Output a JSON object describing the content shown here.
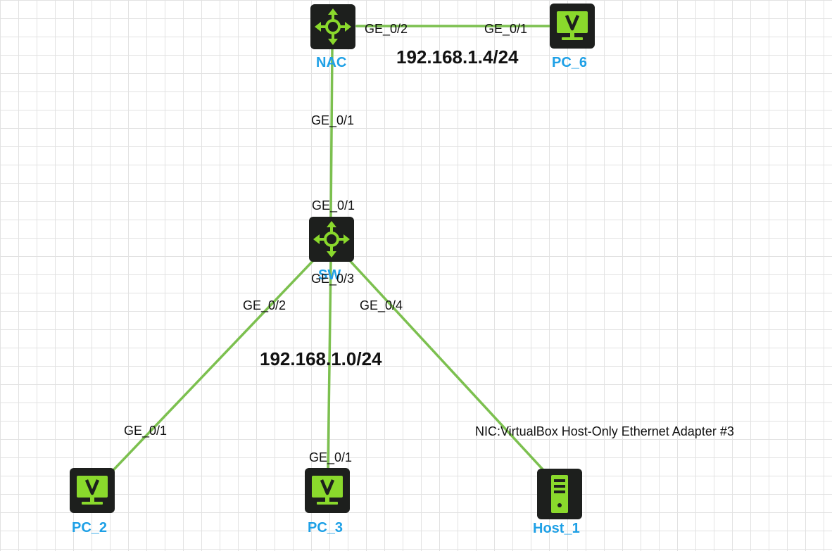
{
  "devices": {
    "nac": {
      "name": "NAC",
      "type": "router",
      "icon": "router-icon"
    },
    "pc6": {
      "name": "PC_6",
      "type": "pc",
      "icon": "monitor-icon"
    },
    "sw": {
      "name": "SW",
      "type": "switch",
      "icon": "switch-icon"
    },
    "pc2": {
      "name": "PC_2",
      "type": "pc",
      "icon": "monitor-icon"
    },
    "pc3": {
      "name": "PC_3",
      "type": "pc",
      "icon": "monitor-icon"
    },
    "host1": {
      "name": "Host_1",
      "type": "host",
      "icon": "server-icon"
    }
  },
  "links": {
    "nac_pc6": {
      "a": "NAC",
      "a_port": "GE_0/2",
      "b": "PC_6",
      "b_port": "GE_0/1"
    },
    "nac_sw": {
      "a": "NAC",
      "a_port": "GE_0/1",
      "b": "SW",
      "b_port": "GE_0/1"
    },
    "sw_pc2": {
      "a": "SW",
      "a_port": "GE_0/2",
      "b": "PC_2",
      "b_port": "GE_0/1"
    },
    "sw_pc3": {
      "a": "SW",
      "a_port": "GE_0/3",
      "b": "PC_3",
      "b_port": "GE_0/1"
    },
    "sw_host1": {
      "a": "SW",
      "a_port": "GE_0/4",
      "b": "Host_1",
      "b_label": "NIC:VirtualBox Host-Only Ethernet Adapter #3"
    }
  },
  "networks": {
    "upper": "192.168.1.4/24",
    "lower": "192.168.1.0/24"
  },
  "colors": {
    "link": "#7cc04f",
    "device_bg": "#1d1f1d",
    "icon": "#8ad92c",
    "device_label": "#1ea0e6",
    "grid": "#e2e2e2"
  }
}
